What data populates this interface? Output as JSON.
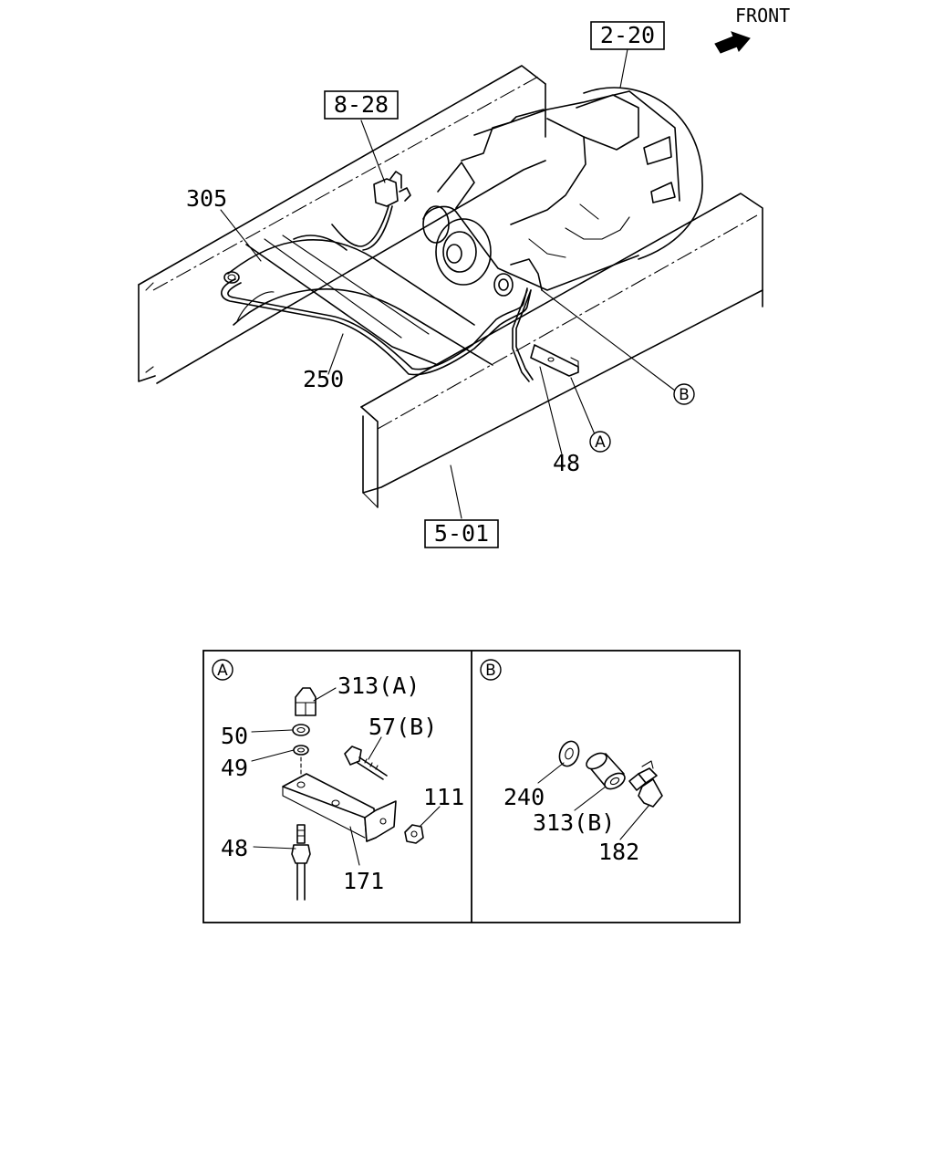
{
  "direction": {
    "label": "FRONT"
  },
  "refs": {
    "transmission": "2-20",
    "sensor": "8-28",
    "frame": "5-01"
  },
  "callouts": {
    "pipe_clip": "305",
    "pipe": "250",
    "hose": "48",
    "detail_a": "A",
    "detail_b": "B"
  },
  "detail_a": {
    "tag": "A",
    "items": {
      "nut_top": "313(A)",
      "nut": "50",
      "washer": "49",
      "bolt": "57(B)",
      "nut_side": "111",
      "hose": "48",
      "bracket": "171"
    }
  },
  "detail_b": {
    "tag": "B",
    "items": {
      "gasket": "240",
      "adapter": "313(B)",
      "elbow": "182"
    }
  }
}
